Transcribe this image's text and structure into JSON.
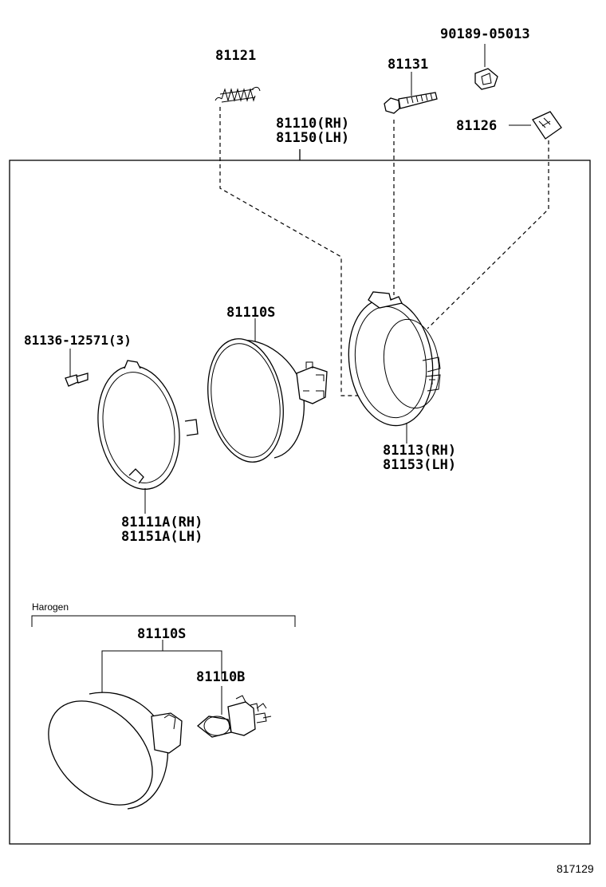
{
  "labels": {
    "p90189": "90189-05013",
    "p81121": "81121",
    "p81131": "81131",
    "p81126": "81126",
    "p81110": "81110(RH)",
    "p81150": "81150(LH)",
    "p81136": "81136-12571(3)",
    "p81110s_top": "81110S",
    "p81113": "81113(RH)",
    "p81153": "81153(LH)",
    "p81111a": "81111A(RH)",
    "p81151a": "81151A(LH)",
    "group_title": "Harogen",
    "p81110s_bottom": "81110S",
    "p81110b": "81110B",
    "diagram_ref": "817129"
  }
}
